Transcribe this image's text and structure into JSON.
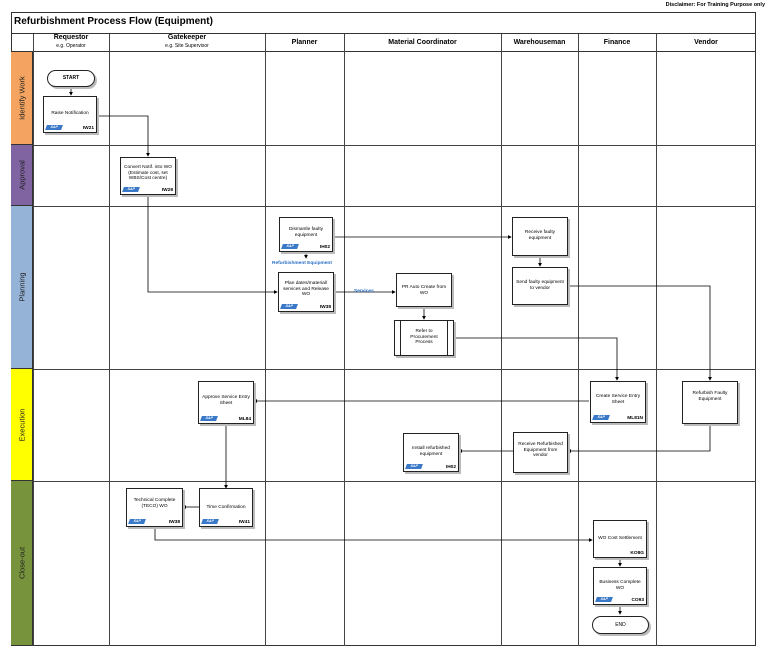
{
  "disclaimer": "Disclaimer: For Training Purpose only",
  "title": "Refurbishment Process Flow (Equipment)",
  "columns": [
    {
      "name": "Requestor",
      "sub": "e.g. Operator"
    },
    {
      "name": "Gatekeeper",
      "sub": "e.g. Site Supervisor"
    },
    {
      "name": "Planner",
      "sub": ""
    },
    {
      "name": "Material Coordinator",
      "sub": ""
    },
    {
      "name": "Warehouseman",
      "sub": ""
    },
    {
      "name": "Finance",
      "sub": ""
    },
    {
      "name": "Vendor",
      "sub": ""
    }
  ],
  "lanes": [
    {
      "name": "Identify Work",
      "color": "#f4a460"
    },
    {
      "name": "Approval",
      "color": "#8064a2"
    },
    {
      "name": "Planning",
      "color": "#95b3d7"
    },
    {
      "name": "Execution",
      "color": "#ffff00"
    },
    {
      "name": "Close-out",
      "color": "#77933c"
    }
  ],
  "sap_badge": "SAP",
  "start_label": "START",
  "end_label": "END",
  "boxes": {
    "raise_notification": {
      "text": "Raise Notification",
      "code": "IW21"
    },
    "convert_notif": {
      "text": "Convert Notif. into WO (Estimate cost, set WBS/Cost centre)",
      "code": "IW28"
    },
    "dismantle": {
      "text": "Dismantle faulty equipment",
      "code": "IH02"
    },
    "plan_dates": {
      "text": "Plan dates/material/ services and Release WO",
      "code": "IW38"
    },
    "pr_auto": {
      "text": "PR Auto Create from WO",
      "code": ""
    },
    "refer_procurement": {
      "text": "Refer to Procurement Process",
      "code": ""
    },
    "receive_faulty": {
      "text": "Receive faulty equipment",
      "code": ""
    },
    "send_faulty": {
      "text": "Send faulty equipment to vendor",
      "code": ""
    },
    "refurbish": {
      "text": "Refurbish Faulty Equipment",
      "code": ""
    },
    "create_ses": {
      "text": "Create Service Entry Sheet",
      "code": "ML81N"
    },
    "approve_ses": {
      "text": "Approve Service Entry Sheet",
      "code": "ML84"
    },
    "receive_refurb": {
      "text": "Receive Refurbished Equipment from vendor",
      "code": ""
    },
    "install_refurb": {
      "text": "Install refurbished equipment",
      "code": "IH02"
    },
    "teco": {
      "text": "Technical Complete (TECO) WO",
      "code": "IW38"
    },
    "time_conf": {
      "text": "Time Confirmation",
      "code": "IW41"
    },
    "wo_cost": {
      "text": "WO Cost Settlement",
      "code": "KO8G"
    },
    "business_complete": {
      "text": "Business Complete WO",
      "code": "CO93"
    }
  },
  "labels": {
    "refurbishment_equipment": "Refurbishment Equipment",
    "services": "Services"
  }
}
